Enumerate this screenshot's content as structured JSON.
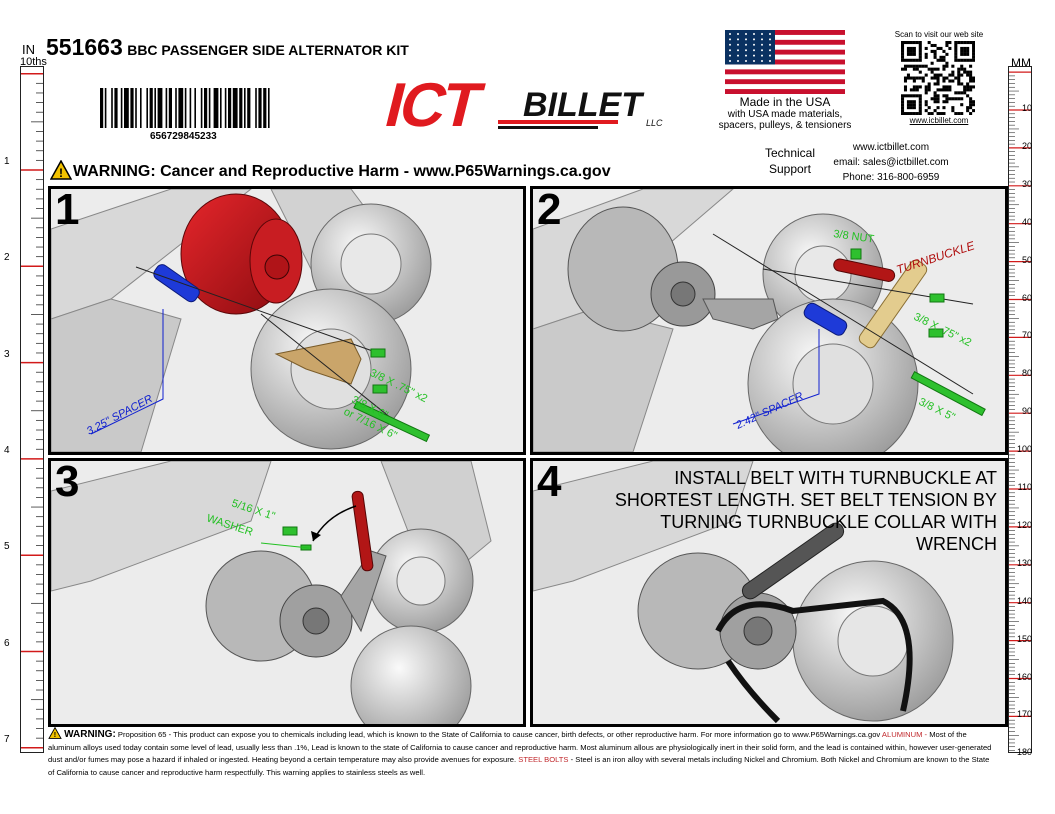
{
  "header": {
    "part_number": "551663",
    "kit_name": "BBC PASSENGER SIDE ALTERNATOR KIT",
    "barcode_number": "656729845233",
    "brand_ict": "ICT",
    "brand_billet": "BILLET",
    "brand_llc": "LLC",
    "made_in_usa": "Made in the USA",
    "made_in_usa_sub": "with USA made materials,\nspacers, pulleys, & tensioners",
    "qr_caption": "Scan to visit our web site",
    "qr_url": "www.icbillet.com",
    "tech_support": "Technical\nSupport",
    "website": "www.ictbillet.com",
    "email": "email: sales@ictbillet.com",
    "phone": "Phone: 316-800-6959",
    "warning_banner": "WARNING: Cancer and Reproductive Harm - www.P65Warnings.ca.gov"
  },
  "rulers": {
    "left_unit_top": "IN",
    "left_unit_bottom": "10ths",
    "right_unit": "MM",
    "inch_labels": [
      "1",
      "2",
      "3",
      "4",
      "5",
      "6",
      "7"
    ],
    "mm_labels": [
      "10",
      "20",
      "30",
      "40",
      "50",
      "60",
      "70",
      "80",
      "90",
      "100",
      "110",
      "120",
      "130",
      "140",
      "150",
      "160",
      "170",
      "180"
    ]
  },
  "panels": [
    {
      "number": "1",
      "labels": {
        "spacer": "3.25\" SPACER",
        "bolt1": "3/8 X .75\" x2",
        "bolt2a": "3/8 X 6\"",
        "bolt2b": "or 7/16 X 6\""
      }
    },
    {
      "number": "2",
      "labels": {
        "nut": "3/8 NUT",
        "turnbuckle": "TURNBUCKLE",
        "bolt1": "3/8 X .75\" x2",
        "spacer": "2.42\" SPACER",
        "bolt2": "3/8 X 5\""
      }
    },
    {
      "number": "3",
      "labels": {
        "bolt": "5/16 X 1\"",
        "washer": "WASHER"
      }
    },
    {
      "number": "4",
      "instruction": "INSTALL BELT WITH TURNBUCKLE AT\nSHORTEST LENGTH. SET BELT TENSION BY\nTURNING TURNBUCKLE COLLAR WITH\nWRENCH"
    }
  ],
  "footer": {
    "warning_label": "WARNING:",
    "prop65_text": "Proposition 65 - This product can expose you to chemicals including lead, which is known to the State of California to cause cancer, birth defects, or other reproductive harm. For more information go to www.P65Warnings.ca.gov",
    "aluminum_label": "ALUMINUM -",
    "aluminum_text": "Most of the aluminum alloys used today contain some level of lead, usually less than .1%, Lead is known to the state of California to cause cancer and reproductive harm. Most aluminum allous are physiologically inert in their solid form, and the lead is contained within, however user-generated dust and/or fumes may pose a hazard if inhaled or ingested. Heating beyond a certain temperature may also provide avenues for exposure.",
    "steel_label": "STEEL BOLTS",
    "steel_text": "- Steel is an iron alloy with several metals including Nickel and Chromium. Both Nickel and Chromium are known to the State of California to cause cancer and reproductive harm respectfully. This warning applies to stainless steels as well."
  },
  "colors": {
    "red_brand": "#e01a1f",
    "label_green": "#22c022",
    "label_blue": "#1020d0",
    "label_red": "#b01010",
    "alloy_gold": "#c9a86a"
  }
}
